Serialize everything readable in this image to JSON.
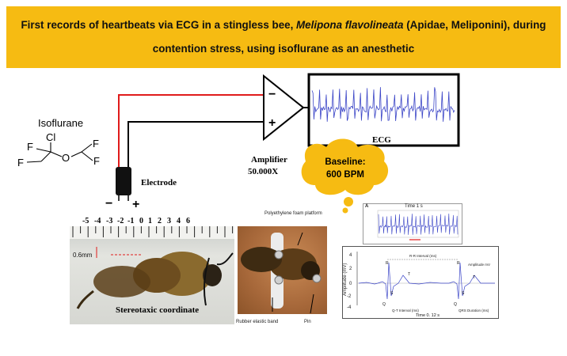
{
  "banner": {
    "line1_part1": "First records of heartbeats via ECG in a stingless bee, ",
    "line1_species": "Melipona flavolineata",
    "line1_part2": " (Apidae, Meliponini), during",
    "line2": "contention stress, using isoflurane as an anesthetic"
  },
  "molecule": {
    "name": "Isoflurane",
    "atoms": [
      "Cl",
      "F",
      "F",
      "O",
      "F",
      "F"
    ]
  },
  "amplifier": {
    "minus": "−",
    "plus": "+",
    "label": "Amplifier",
    "gain": "50.000X"
  },
  "ecg_box": {
    "label": "ECG"
  },
  "electrode": {
    "label": "Electrode",
    "minus": "−",
    "plus": "+"
  },
  "scale": {
    "ticks": [
      "-5",
      "-4",
      "-3",
      "-2",
      "-1",
      "0",
      "1",
      "2",
      "3",
      "4",
      "6"
    ]
  },
  "bubble": {
    "line1": "Baseline:",
    "line2": "600 BPM"
  },
  "photo1": {
    "measure": "0.6mm",
    "caption": "Stereotaxic coordinate"
  },
  "photo2": {
    "platform": "Polyethylene foam platform",
    "band": "Rubber elastic band",
    "pin": "Pin"
  },
  "inset_small": {
    "panel": "A",
    "title": "Time 1 s"
  },
  "inset_large": {
    "ylabel": "Amplitude (mV)",
    "yticks": [
      "4",
      "2",
      "0",
      "-2",
      "-4"
    ],
    "xlabel": "Time 0. 12 s",
    "labels": [
      "R",
      "R",
      "S",
      "S",
      "T",
      "T",
      "Q",
      "Q"
    ],
    "rr": "R-R Interval (ms)",
    "amplitude": "Amplitude mV",
    "qt": "Q-T Interval (ms)",
    "qrs": "QRS Duration (ms)"
  },
  "colors": {
    "banner": "#f6bb12",
    "bubble": "#f6bb12",
    "trace": "#3b45c7",
    "lead_red": "#e01b1b"
  }
}
